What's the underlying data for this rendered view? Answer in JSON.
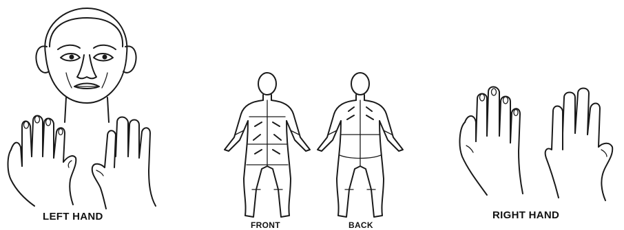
{
  "labels": {
    "left_hand": "LEFT HAND",
    "front": "FRONT",
    "back": "BACK",
    "right_hand": "RIGHT HAND"
  },
  "colors": {
    "ink": "#1a1a1a",
    "background": "#ffffff"
  }
}
